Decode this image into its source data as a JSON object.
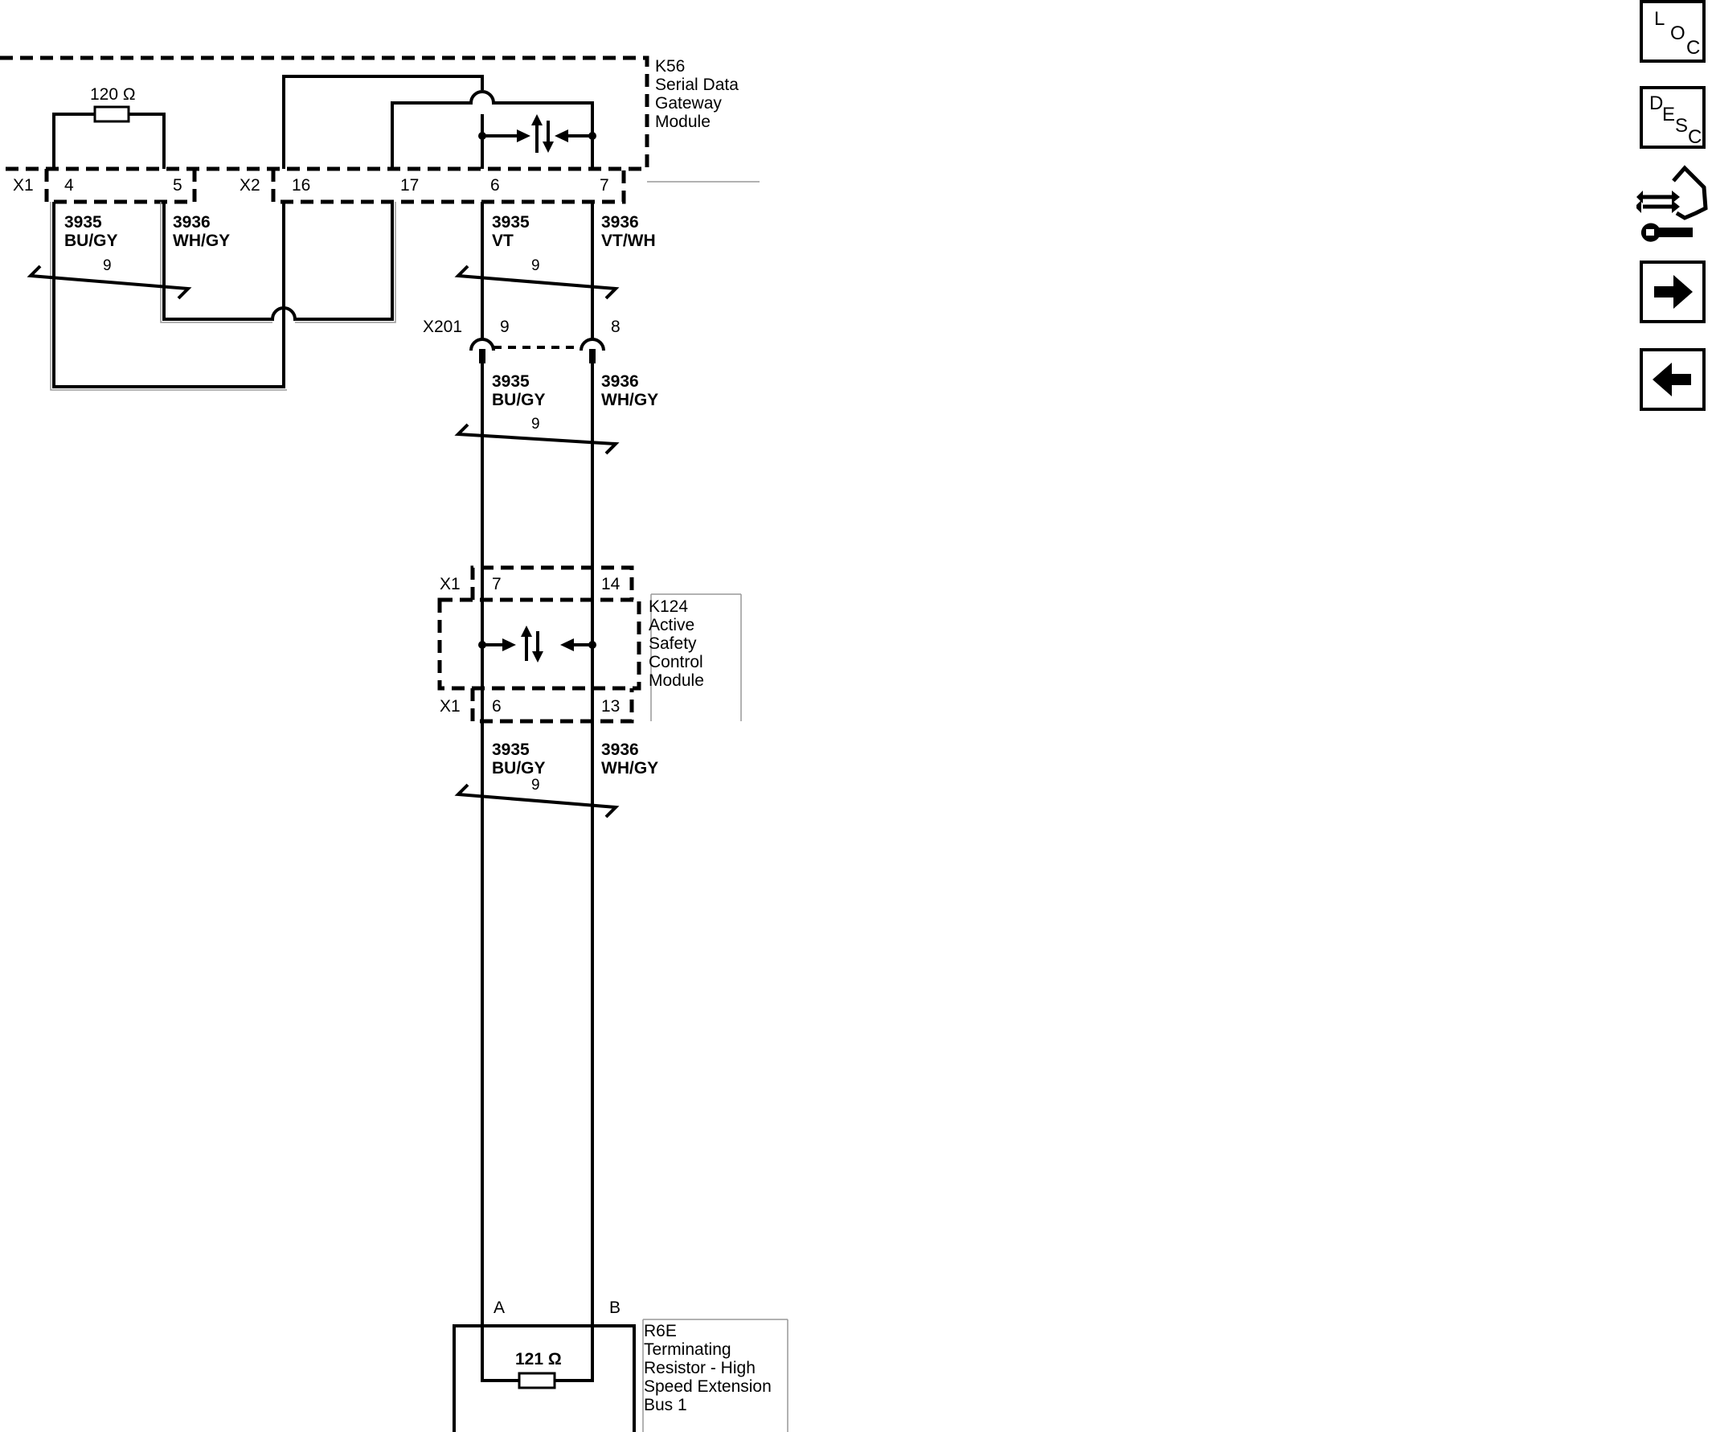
{
  "modules": {
    "k56": {
      "ref": "K56",
      "name_lines": [
        "Serial Data",
        "Gateway",
        "Module"
      ]
    },
    "k124": {
      "ref": "K124",
      "name_lines": [
        "Active",
        "Safety",
        "Control",
        "Module"
      ]
    },
    "r6e": {
      "ref": "R6E",
      "name_lines": [
        "Terminating",
        "Resistor - High",
        "Speed Extension",
        "Bus 1"
      ]
    }
  },
  "resistors": {
    "k56_internal": "120 Ω",
    "r6e_internal": "121 Ω"
  },
  "connectors": {
    "k56_x1": {
      "name": "X1",
      "pins": [
        "4",
        "5"
      ]
    },
    "k56_x2": {
      "name": "X2",
      "pins": [
        "16",
        "17",
        "6",
        "7"
      ]
    },
    "x201": {
      "name": "X201",
      "pins": [
        "9",
        "8"
      ]
    },
    "k124_x1_top": {
      "name": "X1",
      "pins": [
        "7",
        "14"
      ]
    },
    "k124_x1_bottom": {
      "name": "X1",
      "pins": [
        "6",
        "13"
      ]
    },
    "r6e": {
      "pins": [
        "A",
        "B"
      ]
    }
  },
  "wires": {
    "x1_4": {
      "circuit": "3935",
      "color": "BU/GY"
    },
    "x1_5": {
      "circuit": "3936",
      "color": "WH/GY"
    },
    "x2_6": {
      "circuit": "3935",
      "color": "VT"
    },
    "x2_7": {
      "circuit": "3936",
      "color": "VT/WH"
    },
    "x201_9": {
      "circuit": "3935",
      "color": "BU/GY"
    },
    "x201_8": {
      "circuit": "3936",
      "color": "WH/GY"
    },
    "k124_6": {
      "circuit": "3935",
      "color": "BU/GY"
    },
    "k124_13": {
      "circuit": "3936",
      "color": "WH/GY"
    }
  },
  "twist_labels": [
    "9",
    "9",
    "9",
    "9"
  ],
  "nav": {
    "loc": [
      "L",
      "O",
      "C"
    ],
    "desc": [
      "D",
      "E",
      "S",
      "C"
    ],
    "icons": [
      "component-tool-icon",
      "arrow-right-icon",
      "arrow-left-icon"
    ]
  }
}
